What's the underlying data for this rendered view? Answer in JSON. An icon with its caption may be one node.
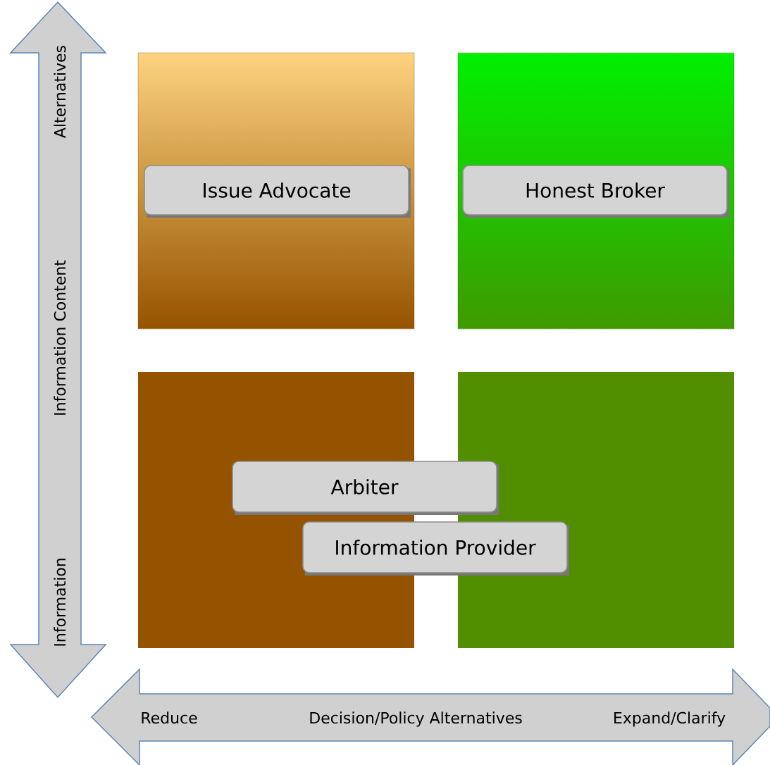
{
  "diagram": {
    "nodes": [
      {
        "text": [],
        "shape": "box"
      },
      {
        "text": [
          "Issue Advocate"
        ],
        "in": 0
      },
      {
        "text": [],
        "shape": "box"
      },
      {
        "text": [
          "Honest Broker"
        ],
        "in": 2
      },
      {
        "text": [],
        "shape": "box"
      },
      {
        "text": [],
        "shape": "box"
      },
      {
        "text": [
          "Arbiter"
        ]
      },
      {
        "text": [
          "Information Provider"
        ]
      }
    ],
    "labels": [
      "Alternatives",
      "Information Content",
      "Information",
      "Reduce",
      "Decision/Policy Alternatives",
      "Expand/Clarify"
    ]
  }
}
